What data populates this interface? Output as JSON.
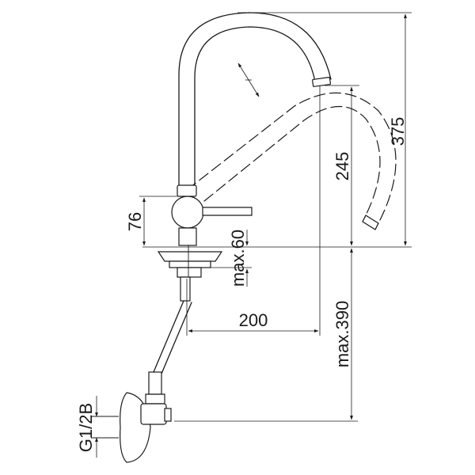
{
  "dimensions": {
    "total_height": "375",
    "spout_height": "245",
    "body_height": "76",
    "deck_thickness": "max.60",
    "reach": "200",
    "hose_length": "max.390",
    "connection": "G1/2B"
  }
}
